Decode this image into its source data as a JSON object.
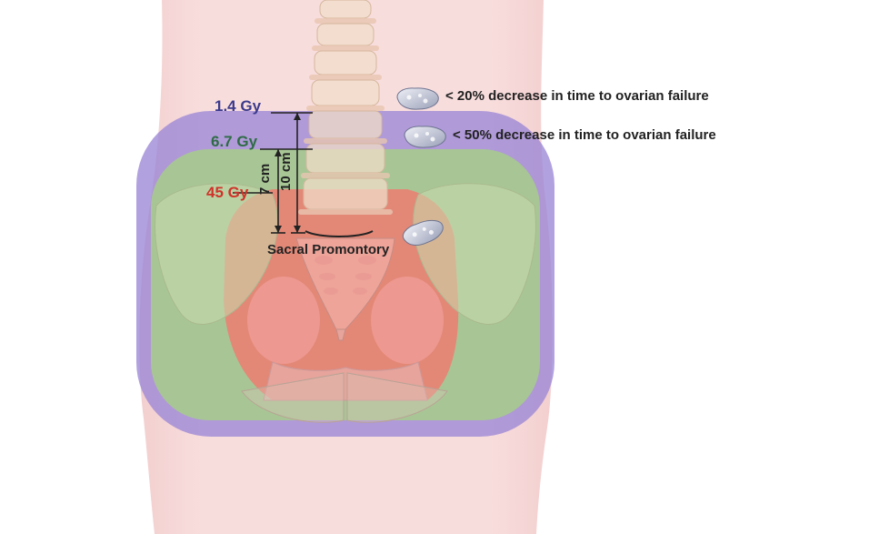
{
  "figure": {
    "doses": [
      {
        "label": "1.4 Gy",
        "color": "#3b3a8c"
      },
      {
        "label": "6.7 Gy",
        "color": "#2e6b45"
      },
      {
        "label": "45 Gy",
        "color": "#d0322a"
      }
    ],
    "annotations": [
      "< 20% decrease in time to ovarian failure",
      "< 50% decrease in time to ovarian failure"
    ],
    "measurements": [
      {
        "label": "7 cm"
      },
      {
        "label": "10 cm"
      }
    ],
    "landmark": "Sacral Promontory",
    "field_colors": {
      "outer_field": "#9b86d6",
      "middle_field": "#a6cf86",
      "inner_field": "#f07a70",
      "body": "#f6d6d6"
    },
    "icons": [
      "ovary-icon",
      "ovary-icon",
      "ovary-icon"
    ]
  }
}
